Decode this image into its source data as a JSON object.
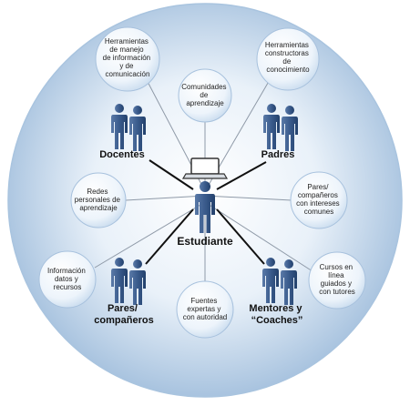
{
  "diagram": {
    "resource_nodes": {
      "herramientas_manejo": [
        "Herramientas",
        "de manejo",
        "de información",
        "y de",
        "comunicación"
      ],
      "comunidades": [
        "Comunidades",
        "de",
        "aprendizaje"
      ],
      "herramientas_constructoras": [
        "Herramientas",
        "constructoras",
        "de",
        "conocimiento"
      ],
      "redes": [
        "Redes",
        "personales de",
        "aprendizaje"
      ],
      "pares_intereses": [
        "Pares/",
        "compañeros",
        "con intereses",
        "comunes"
      ],
      "informacion": [
        "Información",
        "datos y",
        "recursos"
      ],
      "fuentes": [
        "Fuentes",
        "expertas y",
        "con autoridad"
      ],
      "cursos": [
        "Cursos en",
        "línea",
        "guiados y",
        "con tutores"
      ]
    },
    "groups": {
      "docentes": [
        "Docentes"
      ],
      "padres": [
        "Padres"
      ],
      "pares": [
        "Pares/",
        "compañeros"
      ],
      "mentores": [
        "Mentores y",
        "“Coaches”"
      ]
    },
    "center": {
      "label": "Estudiante"
    },
    "colors": {
      "person": "#3a5b8c",
      "person_dark": "#22406b",
      "spoke_thin": "#8f9aa8",
      "spoke_thick": "#111111",
      "sphere_edge": "#a9c4df",
      "sphere_center": "#f5f9fd",
      "bubble": "#eef5fb",
      "bubble_edge": "#a7c1dd"
    }
  }
}
